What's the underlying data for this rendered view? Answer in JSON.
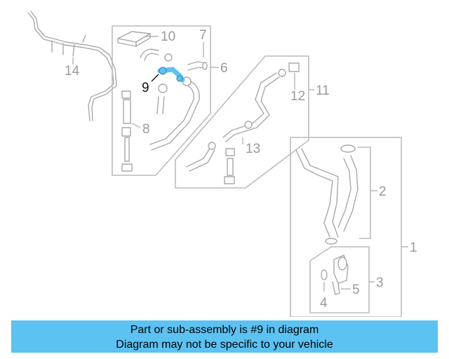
{
  "callouts": {
    "c1": "1",
    "c2": "2",
    "c3": "3",
    "c4": "4",
    "c5": "5",
    "c6": "6",
    "c7": "7",
    "c8": "8",
    "c9": "9",
    "c10": "10",
    "c11": "11",
    "c12": "12",
    "c13": "13",
    "c14": "14"
  },
  "highlight": {
    "part": "9",
    "color": "#5bc2f2"
  },
  "banner": {
    "line1": "Part or sub-assembly is #9 in diagram",
    "line2": "Diagram may not be specific to your vehicle",
    "background": "#5bc2f2"
  }
}
